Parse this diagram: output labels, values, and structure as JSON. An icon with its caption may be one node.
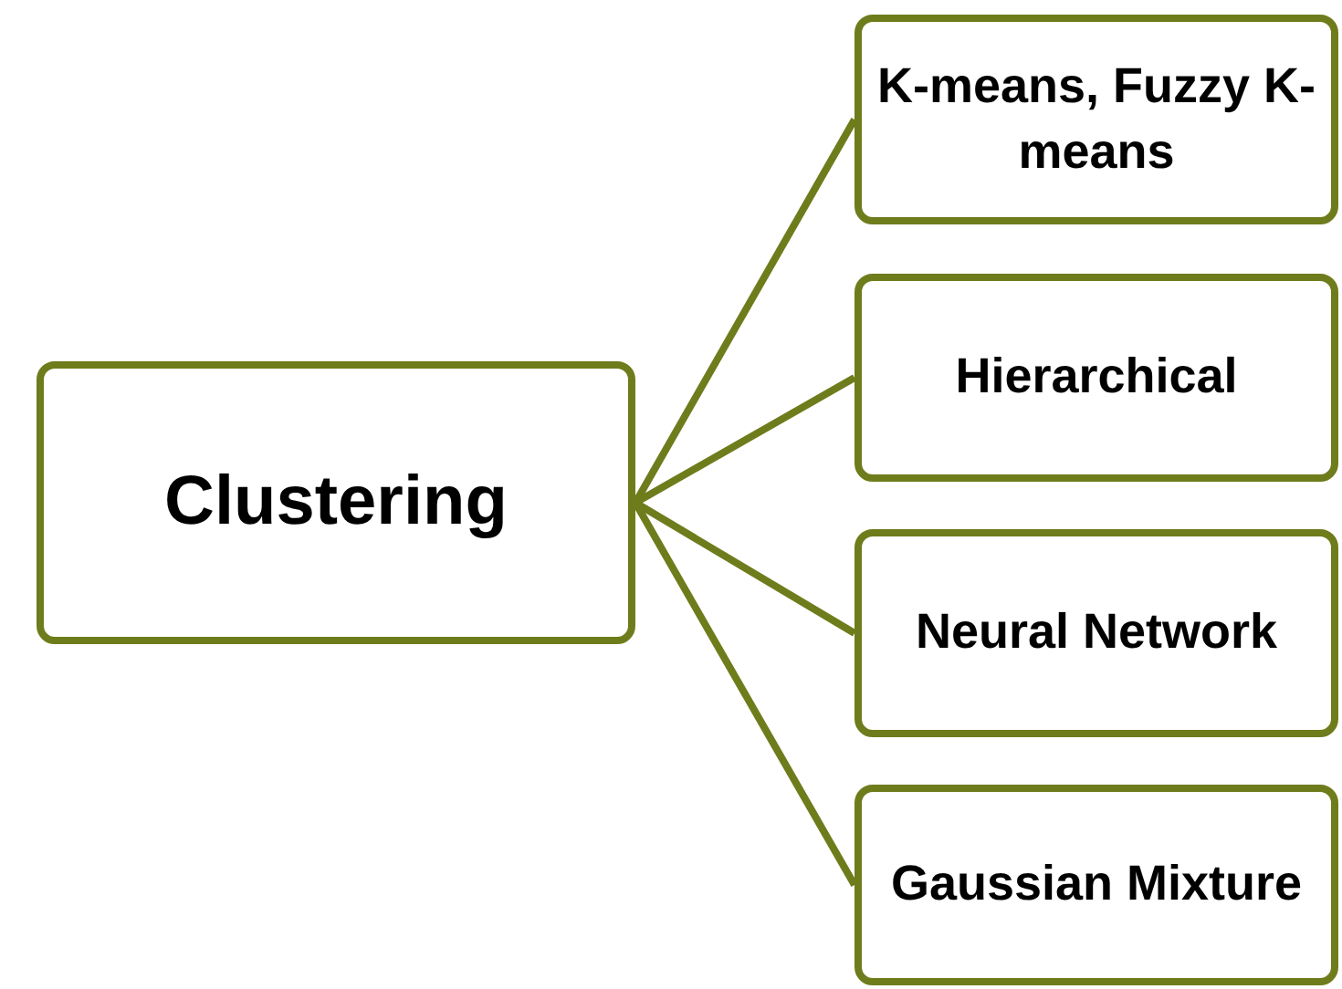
{
  "diagram": {
    "nodes": [
      {
        "text": [
          "Clustering"
        ]
      },
      {
        "text": [
          "K-means, Fuzzy K-means"
        ]
      },
      {
        "text": [
          "Hierarchical"
        ]
      },
      {
        "text": [
          "Neural Network"
        ]
      },
      {
        "text": [
          "Gaussian Mixture"
        ]
      }
    ],
    "edges": [
      {
        "from": 0,
        "to": 1,
        "arrow": "none"
      },
      {
        "from": 0,
        "to": 2,
        "arrow": "none"
      },
      {
        "from": 0,
        "to": 3,
        "arrow": "none"
      },
      {
        "from": 0,
        "to": 4,
        "arrow": "none"
      }
    ]
  }
}
